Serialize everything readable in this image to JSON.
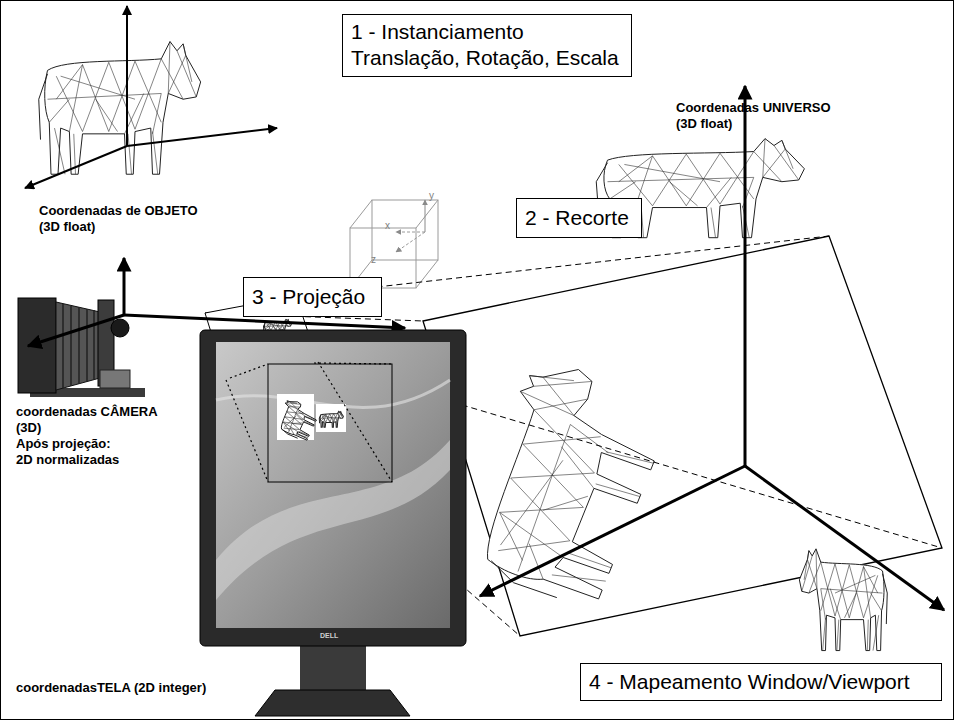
{
  "diagram": {
    "nodes": [
      {
        "text": [
          "1 - Instanciamento",
          "Translação, Rotação, Escala"
        ]
      },
      {
        "text": [
          "2 - Recorte"
        ]
      },
      {
        "text": [
          "3 - Projeção"
        ]
      },
      {
        "text": [
          "4 - Mapeamento Window/Viewport"
        ]
      }
    ],
    "labels": [
      "Coordenadas de OBJETO (3D float)",
      "Coordenadas UNIVERSO (3D float)",
      "x",
      "y",
      "z",
      "coordenadas CÂMERA (3D)",
      "Após projeção: 2D normalizadas",
      "coordenadasTELA (2D integer)",
      "DELL"
    ]
  }
}
